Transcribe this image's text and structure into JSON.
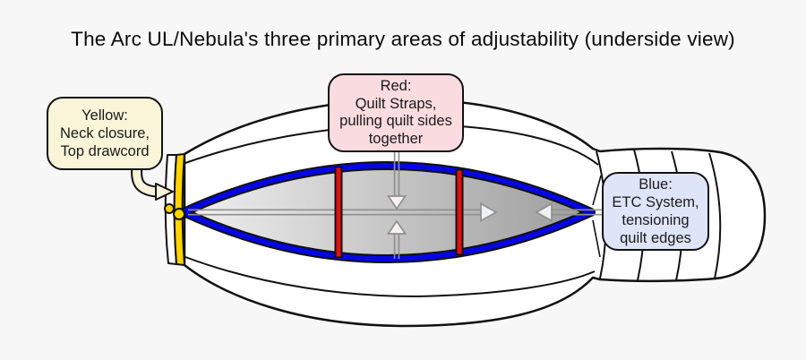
{
  "title": "The Arc UL/Nebula's three primary areas of adjustability (underside view)",
  "callouts": {
    "yellow": {
      "lines": [
        "Yellow:",
        "Neck closure,",
        "Top drawcord"
      ],
      "bg": "#faf5d9"
    },
    "red": {
      "lines": [
        "Red:",
        "Quilt Straps,",
        "pulling quilt sides",
        "together"
      ],
      "bg": "#fadbdf"
    },
    "blue": {
      "lines": [
        "Blue:",
        "ETC System,",
        "tensioning",
        "quilt edges"
      ],
      "bg": "#dfe5f8"
    }
  },
  "colors": {
    "background": "#f7f7f7",
    "body_fill": "#ffffff",
    "outline": "#111111",
    "etc_blue": "#0606e2",
    "strap_red": "#de1212",
    "drawcord_yellow": "#ffd400",
    "arrow_gray": "#8f8f8f",
    "arrow_head_fill_horizontal": "#eff1f4",
    "arrow_head_fill_vertical": "#f8f1f1",
    "callout_pointer_fill": "#f8f3da",
    "ellipse_gradient_left": "#f0f0f0",
    "ellipse_gradient_right": "#9c9c9c"
  }
}
